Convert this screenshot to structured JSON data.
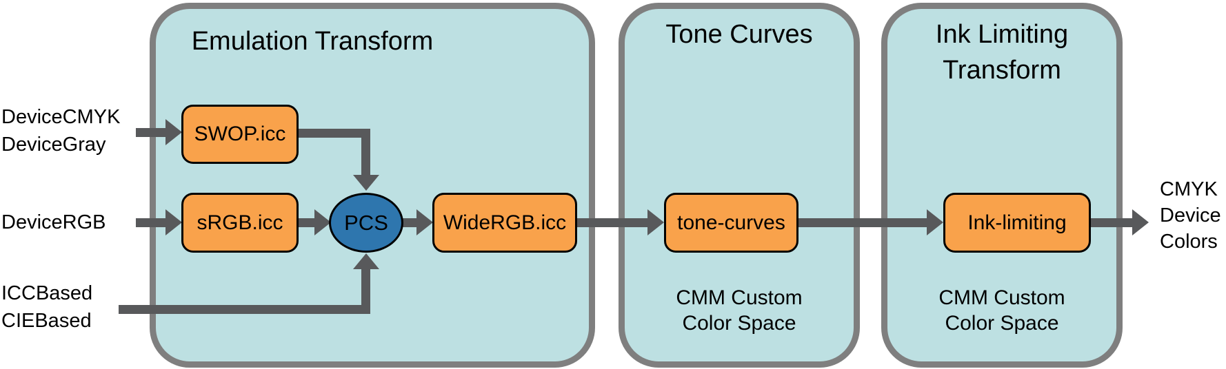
{
  "diagram": {
    "containers": [
      {
        "title": "Emulation Transform"
      },
      {
        "title": "Tone Curves",
        "footer": {
          "line1": "CMM Custom",
          "line2": "Color Space"
        }
      },
      {
        "title": "Ink Limiting Transform",
        "footer": {
          "line1": "CMM Custom",
          "line2": "Color Space"
        }
      }
    ],
    "nodes": {
      "swop": "SWOP.icc",
      "srgb": "sRGB.icc",
      "pcs": "PCS",
      "widergb": "WideRGB.icc",
      "tonecurves": "tone-curves",
      "inklimiting": "Ink-limiting"
    },
    "inputs": {
      "cmyk_gray": {
        "line1": "DeviceCMYK",
        "line2": "DeviceGray"
      },
      "rgb": "DeviceRGB",
      "icc_cie": {
        "line1": "ICCBased",
        "line2": "CIEBased"
      }
    },
    "output": {
      "line1": "CMYK",
      "line2": "Device",
      "line3": "Colors"
    },
    "colors": {
      "container_fill": "#BDE0E2",
      "container_border": "#7F7F7F",
      "node_fill": "#F9A24B",
      "node_border": "#000000",
      "pcs_fill": "#2E76AE",
      "arrow": "#58595B",
      "text": "#000000",
      "background": "#FFFFFF"
    }
  }
}
